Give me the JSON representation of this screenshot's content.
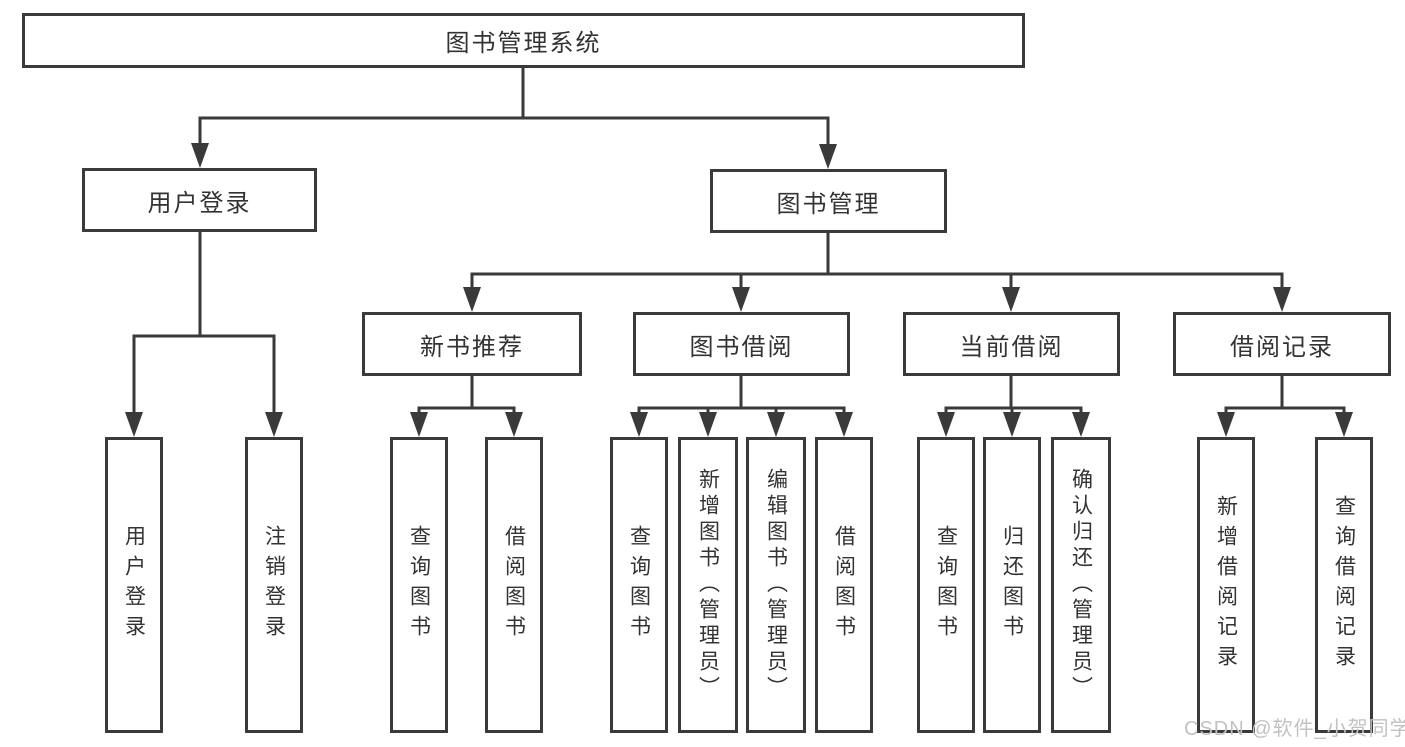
{
  "diagram": {
    "root": {
      "label": "图书管理系统"
    },
    "branches": {
      "user_login": {
        "label": "用户登录"
      },
      "book_management": {
        "label": "图书管理"
      }
    },
    "modules": {
      "new_book_recommend": {
        "label": "新书推荐"
      },
      "book_borrowing": {
        "label": "图书借阅"
      },
      "current_borrowing": {
        "label": "当前借阅"
      },
      "borrowing_records": {
        "label": "借阅记录"
      }
    },
    "functions": {
      "user_login": {
        "label": "用户登录"
      },
      "logout": {
        "label": "注销登录"
      },
      "recommend_query_books": {
        "label": "查询图书"
      },
      "recommend_borrow_books": {
        "label": "借阅图书"
      },
      "borrowing_query_books": {
        "label": "查询图书"
      },
      "borrowing_add_books_admin": {
        "label": "新增图书（管理员）"
      },
      "borrowing_edit_books_admin": {
        "label": "编辑图书（管理员）"
      },
      "borrowing_borrow_books": {
        "label": "借阅图书"
      },
      "current_query_books": {
        "label": "查询图书"
      },
      "current_return_books": {
        "label": "归还图书"
      },
      "current_confirm_return_admin": {
        "label": "确认归还（管理员）"
      },
      "records_add_record": {
        "label": "新增借阅记录"
      },
      "records_query_record": {
        "label": "查询借阅记录"
      }
    }
  },
  "watermark": {
    "text": "CSDN @软件_小贺同学"
  },
  "colors": {
    "line": "#3a3a3a",
    "text": "#333333",
    "watermark": "#c2c2c2",
    "background": "#ffffff"
  }
}
